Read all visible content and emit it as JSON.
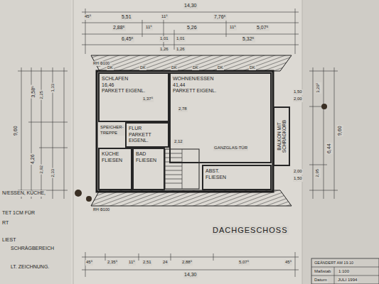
{
  "diagram": {
    "title": "DACHGESCHOSS",
    "nodes": [
      {
        "text": [
          "SCHLAFEN",
          "16,46",
          "PARKETT EIGENL."
        ]
      },
      {
        "text": [
          "WOHNEN/ESSEN",
          "41,44",
          "PARKETT EIGENL."
        ]
      },
      {
        "text": [
          "FLUR",
          "PARKETT EIGENL."
        ]
      },
      {
        "text": [
          "KÜCHE",
          "FLIESEN"
        ]
      },
      {
        "text": [
          "BAD",
          "FLIESEN"
        ]
      },
      {
        "text": [
          "ABST.",
          "FLIESEN"
        ]
      },
      {
        "text": [
          "BALKON MIT SCHRÄGKORB"
        ]
      }
    ],
    "labels": [
      "14,30",
      "45⁵",
      "5,51",
      "11⁵",
      "7,76⁵",
      "2,88⁵",
      "11⁵",
      "5,26",
      "11⁵",
      "5,07⁵",
      "6,45⁵",
      "1,01",
      "1,01",
      "5,32⁵",
      "1,26",
      "1,26",
      "9,60",
      "3,58⁵",
      "4,26",
      "2,25",
      "1,33",
      "2,92",
      "2,33",
      "9,60",
      "6,44",
      "3,29⁵",
      "2,95",
      "1,50",
      "2,00",
      "2,00",
      "1,50",
      "45⁵",
      "2,35⁵",
      "11⁵",
      "2,51",
      "24",
      "2,88⁵",
      "5,07⁵",
      "45⁵",
      "14,30",
      "RH Φ100",
      "RH Φ100",
      "DK",
      "DK",
      "DK",
      "DK",
      "DK",
      "DK",
      "1,37⁵",
      "2,78",
      "GANZGLAS-TÜR",
      "SPEICHER-TREPPE",
      "2,12",
      "GEÄNDERT AM 19.10",
      "Maßstab",
      "1:100",
      "Datum",
      "JULI 1994",
      "N/ESSEN, KÜCHE,",
      "TET 1CM FÜR",
      "RT",
      "LIEST",
      "SCHRÄGBEREICH",
      "LT. ZEICHNUNG."
    ]
  }
}
